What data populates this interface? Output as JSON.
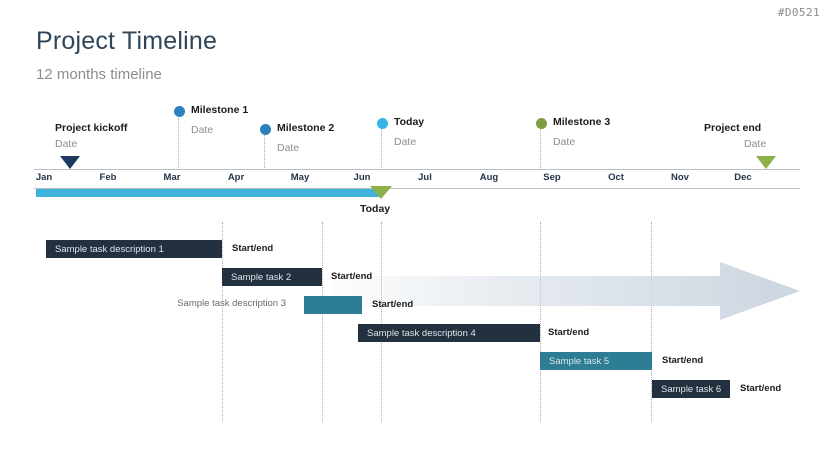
{
  "page": {
    "code": "#D0521",
    "title": "Project Timeline",
    "subtitle": "12 months timeline"
  },
  "colors": {
    "title": "#2f4558",
    "subtitle": "#8d8d8d",
    "progress_cyan": "#3fb3da",
    "milestone_blue": "#2b80bd",
    "today_blue": "#34b5e4",
    "milestone_green": "#7f9e42",
    "kickoff_navy": "#1c3a5e",
    "project_end_green": "#8cb04a",
    "bar_dark": "#22303f",
    "bar_teal": "#2d7e94",
    "arrow_fill": "#ccd6e0",
    "axis_line": "#b9bfc4"
  },
  "axis": {
    "months": [
      "Jan",
      "Feb",
      "Mar",
      "Apr",
      "May",
      "Jun",
      "Jul",
      "Aug",
      "Sep",
      "Oct",
      "Nov",
      "Dec"
    ]
  },
  "markers": [
    {
      "name": "Project kickoff",
      "date": "Date",
      "type": "triangle",
      "color": "#1c3a5e"
    },
    {
      "name": "Milestone 1",
      "date": "Date",
      "type": "dot",
      "color": "#2b80bd"
    },
    {
      "name": "Milestone 2",
      "date": "Date",
      "type": "dot",
      "color": "#2b80bd"
    },
    {
      "name": "Today",
      "date": "Date",
      "type": "dot",
      "color": "#34b5e4"
    },
    {
      "name": "Milestone 3",
      "date": "Date",
      "type": "dot",
      "color": "#7f9e42"
    },
    {
      "name": "Project end",
      "date": "Date",
      "type": "triangle",
      "color": "#8cb04a"
    }
  ],
  "today_marker": {
    "label": "Today"
  },
  "tasks": [
    {
      "label": "Sample task description 1",
      "startend": "Start/end",
      "color": "#22303f",
      "label_inside": true
    },
    {
      "label": "Sample task 2",
      "startend": "Start/end",
      "color": "#22303f",
      "label_inside": true
    },
    {
      "label": "Sample task description 3",
      "startend": "Start/end",
      "color": "#2d7e94",
      "label_inside": false
    },
    {
      "label": "Sample task description 4",
      "startend": "Start/end",
      "color": "#22303f",
      "label_inside": true
    },
    {
      "label": "Sample task 5",
      "startend": "Start/end",
      "color": "#2d7e94",
      "label_inside": true
    },
    {
      "label": "Sample task 6",
      "startend": "Start/end",
      "color": "#22303f",
      "label_inside": true
    }
  ]
}
